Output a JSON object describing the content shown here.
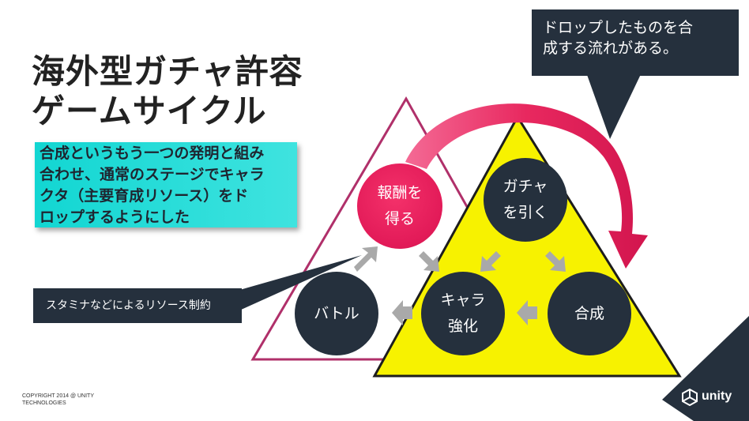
{
  "slide": {
    "title_line1": "海外型ガチャ許容",
    "title_line2": "ゲームサイクル",
    "description_lines": [
      "合成というもう一つの発明と組み",
      "合わせ、通常のステージでキャラ",
      "クタ（主要育成リソース）をド",
      "ロップするようにした"
    ],
    "callout_top_lines": [
      "ドロップしたものを合",
      "成する流れがある。"
    ],
    "callout_left": "スタミナなどによるリソース制約",
    "nodes": {
      "reward_line1": "報酬を",
      "reward_line2": "得る",
      "gacha_line1": "ガチャ",
      "gacha_line2": "を引く",
      "fusion": "合成",
      "enhance_line1": "キャラ",
      "enhance_line2": "強化",
      "battle": "バトル"
    },
    "copyright_line1": "COPYRIGHT 2014 @ UNITY",
    "copyright_line2": "TECHNOLOGIES",
    "logo_text": "unity"
  },
  "colors": {
    "dark": "#25303d",
    "pink": "#e21a58",
    "yellow_triangle": "#f7f200",
    "outline_triangle": "#b0306a",
    "cyan": "#1cd8d4",
    "arrow_gray": "#a9a9a9"
  },
  "icons": [
    "unity-logo-icon",
    "cycle-arrow-icon"
  ]
}
